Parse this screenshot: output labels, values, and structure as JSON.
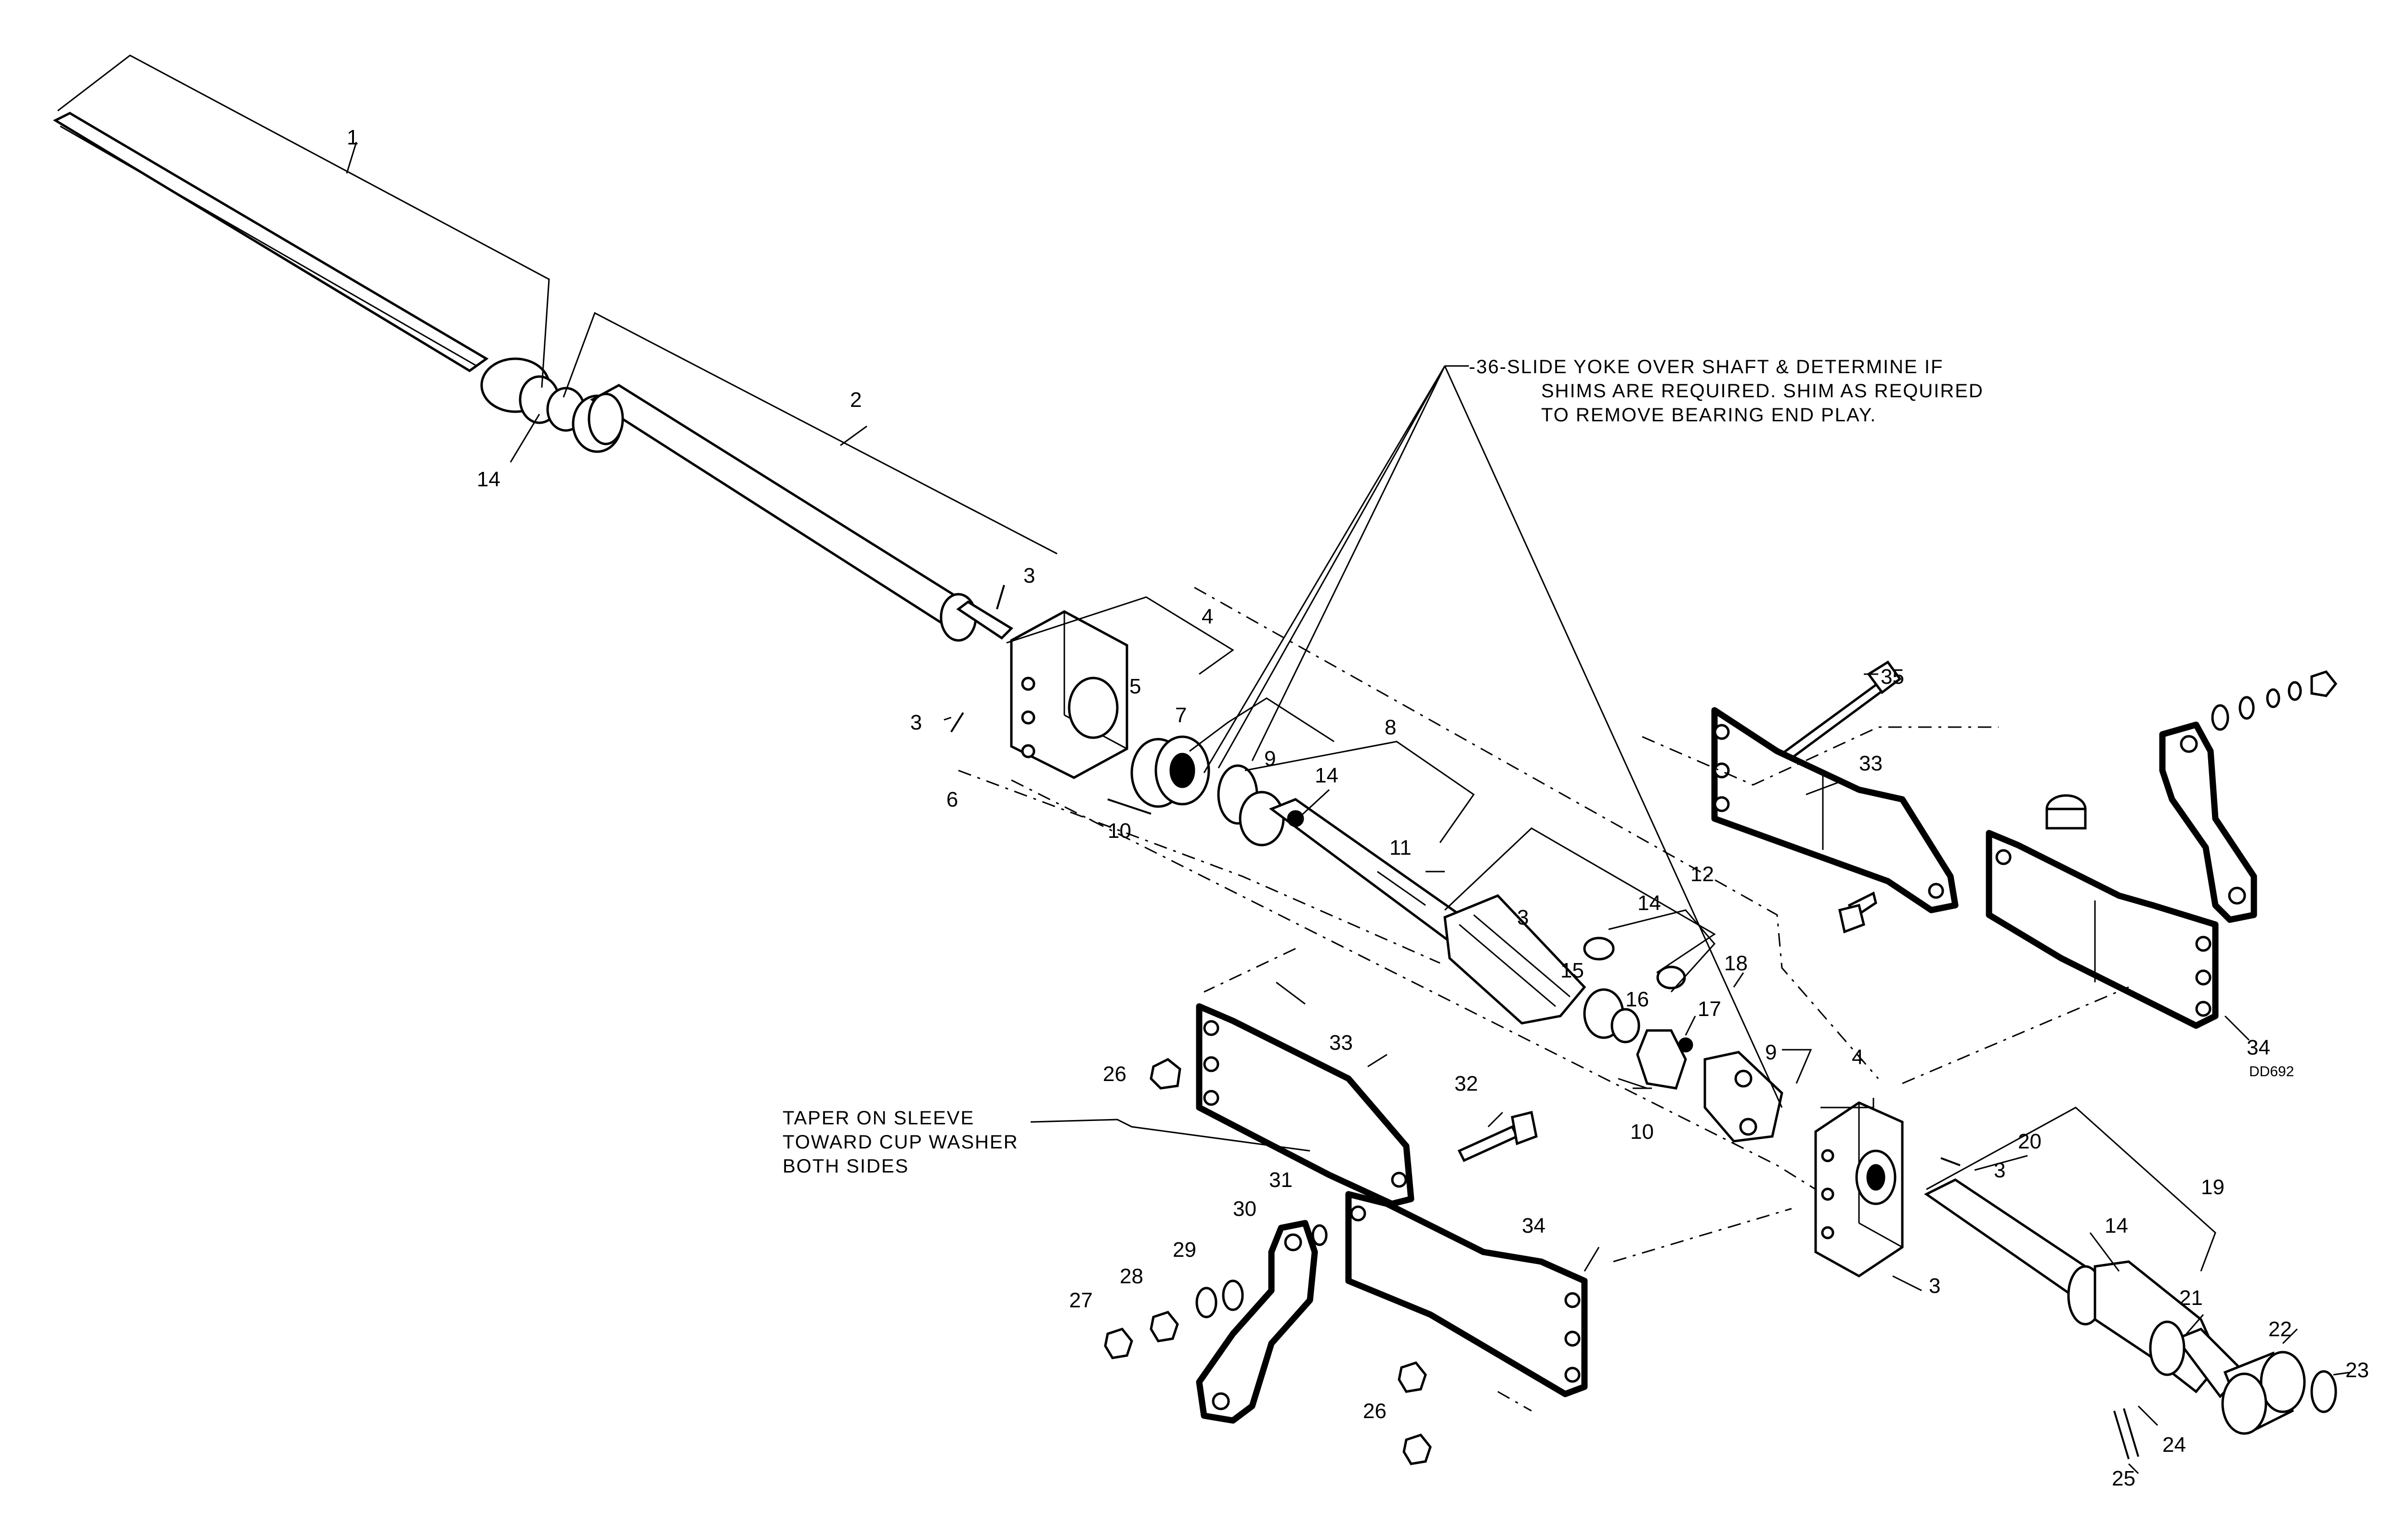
{
  "diagram": {
    "drawing_code": "DD692",
    "notes": {
      "shim_note": [
        "-36-SLIDE YOKE OVER SHAFT & DETERMINE IF",
        "SHIMS ARE REQUIRED. SHIM AS REQUIRED",
        "TO REMOVE BEARING END PLAY."
      ],
      "taper_note": [
        "TAPER ON SLEEVE",
        "TOWARD CUP WASHER",
        "BOTH SIDES"
      ]
    },
    "callouts": [
      {
        "id": "c1",
        "label": "1"
      },
      {
        "id": "c2",
        "label": "2"
      },
      {
        "id": "c3a",
        "label": "3"
      },
      {
        "id": "c3b",
        "label": "3"
      },
      {
        "id": "c3c",
        "label": "3"
      },
      {
        "id": "c3d",
        "label": "3"
      },
      {
        "id": "c3e",
        "label": "3"
      },
      {
        "id": "c4a",
        "label": "4"
      },
      {
        "id": "c4b",
        "label": "4"
      },
      {
        "id": "c5",
        "label": "5"
      },
      {
        "id": "c6",
        "label": "6"
      },
      {
        "id": "c7",
        "label": "7"
      },
      {
        "id": "c8",
        "label": "8"
      },
      {
        "id": "c9a",
        "label": "9"
      },
      {
        "id": "c9b",
        "label": "9"
      },
      {
        "id": "c10a",
        "label": "10"
      },
      {
        "id": "c10b",
        "label": "10"
      },
      {
        "id": "c11",
        "label": "11"
      },
      {
        "id": "c12",
        "label": "12"
      },
      {
        "id": "c14a",
        "label": "14"
      },
      {
        "id": "c14b",
        "label": "14"
      },
      {
        "id": "c14c",
        "label": "14"
      },
      {
        "id": "c14d",
        "label": "14"
      },
      {
        "id": "c15",
        "label": "15"
      },
      {
        "id": "c16",
        "label": "16"
      },
      {
        "id": "c17",
        "label": "17"
      },
      {
        "id": "c18",
        "label": "18"
      },
      {
        "id": "c19",
        "label": "19"
      },
      {
        "id": "c20",
        "label": "20"
      },
      {
        "id": "c21",
        "label": "21"
      },
      {
        "id": "c22",
        "label": "22"
      },
      {
        "id": "c23",
        "label": "23"
      },
      {
        "id": "c24",
        "label": "24"
      },
      {
        "id": "c25",
        "label": "25"
      },
      {
        "id": "c26a",
        "label": "26"
      },
      {
        "id": "c26b",
        "label": "26"
      },
      {
        "id": "c27",
        "label": "27"
      },
      {
        "id": "c28",
        "label": "28"
      },
      {
        "id": "c29",
        "label": "29"
      },
      {
        "id": "c30",
        "label": "30"
      },
      {
        "id": "c31",
        "label": "31"
      },
      {
        "id": "c32",
        "label": "32"
      },
      {
        "id": "c33a",
        "label": "33"
      },
      {
        "id": "c33b",
        "label": "33"
      },
      {
        "id": "c34a",
        "label": "34"
      },
      {
        "id": "c34b",
        "label": "34"
      },
      {
        "id": "c35",
        "label": "35"
      }
    ]
  }
}
